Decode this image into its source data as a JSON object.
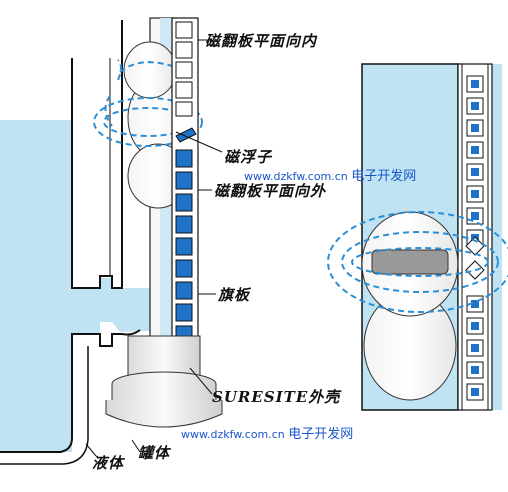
{
  "labels": {
    "flap_parallel": "磁翻板平面向内",
    "magnetic_float": "磁浮子",
    "flap_outward": "磁翻板平面向外",
    "flag_plate": "旗板",
    "shell": "SURESITE外壳",
    "liquid": "液体",
    "tank": "罐体"
  },
  "watermarks": [
    {
      "url": "www.dzkfw.com.cn",
      "text": "电子开发网"
    },
    {
      "url": "www.dzkfw.com.cn",
      "text": "电子开发网"
    }
  ],
  "colors": {
    "liquid": "#bfe3f3",
    "flap_blue": "#1e73c8",
    "field_lines": "#2a8fd6",
    "outline": "#111111",
    "float": "#ffffff",
    "magnet": "#999999"
  }
}
